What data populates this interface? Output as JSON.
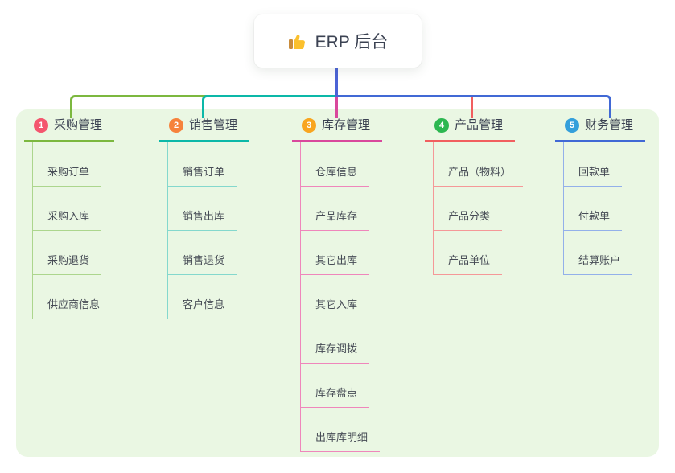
{
  "root": {
    "label": "ERP 后台",
    "icon": "thumbs-up-icon"
  },
  "colors": {
    "canvas_bg": "#ffffff",
    "panel_bg": "#eaf7e3",
    "stem_line": "#4c63d6",
    "title_text": "#3b4252",
    "item_text": "#474c56",
    "root_box_bg": "#ffffff",
    "thumb_yellow": "#fbc02d",
    "thumb_brown": "#c98c3c"
  },
  "branches": [
    {
      "number": "1",
      "title": "采购管理",
      "badge_color": "#f4566e",
      "line_color": "#7cb83f",
      "child_line_color": "#acd68d",
      "children": [
        "采购订单",
        "采购入库",
        "采购退货",
        "供应商信息"
      ]
    },
    {
      "number": "2",
      "title": "销售管理",
      "badge_color": "#f6823b",
      "line_color": "#0cb8a8",
      "child_line_color": "#84d8cd",
      "children": [
        "销售订单",
        "销售出库",
        "销售退货",
        "客户信息"
      ]
    },
    {
      "number": "3",
      "title": "库存管理",
      "badge_color": "#f8a51f",
      "line_color": "#d9489c",
      "child_line_color": "#ef86bb",
      "children": [
        "仓库信息",
        "产品库存",
        "其它出库",
        "其它入库",
        "库存调拨",
        "库存盘点",
        "出库库明细"
      ]
    },
    {
      "number": "4",
      "title": "产品管理",
      "badge_color": "#2cb750",
      "line_color": "#f15f5f",
      "child_line_color": "#f59898",
      "children": [
        "产品（物料）",
        "产品分类",
        "产品单位"
      ]
    },
    {
      "number": "5",
      "title": "财务管理",
      "badge_color": "#349fdb",
      "line_color": "#4169d5",
      "child_line_color": "#93b0ea",
      "children": [
        "回款单",
        "付款单",
        "结算账户"
      ]
    }
  ]
}
